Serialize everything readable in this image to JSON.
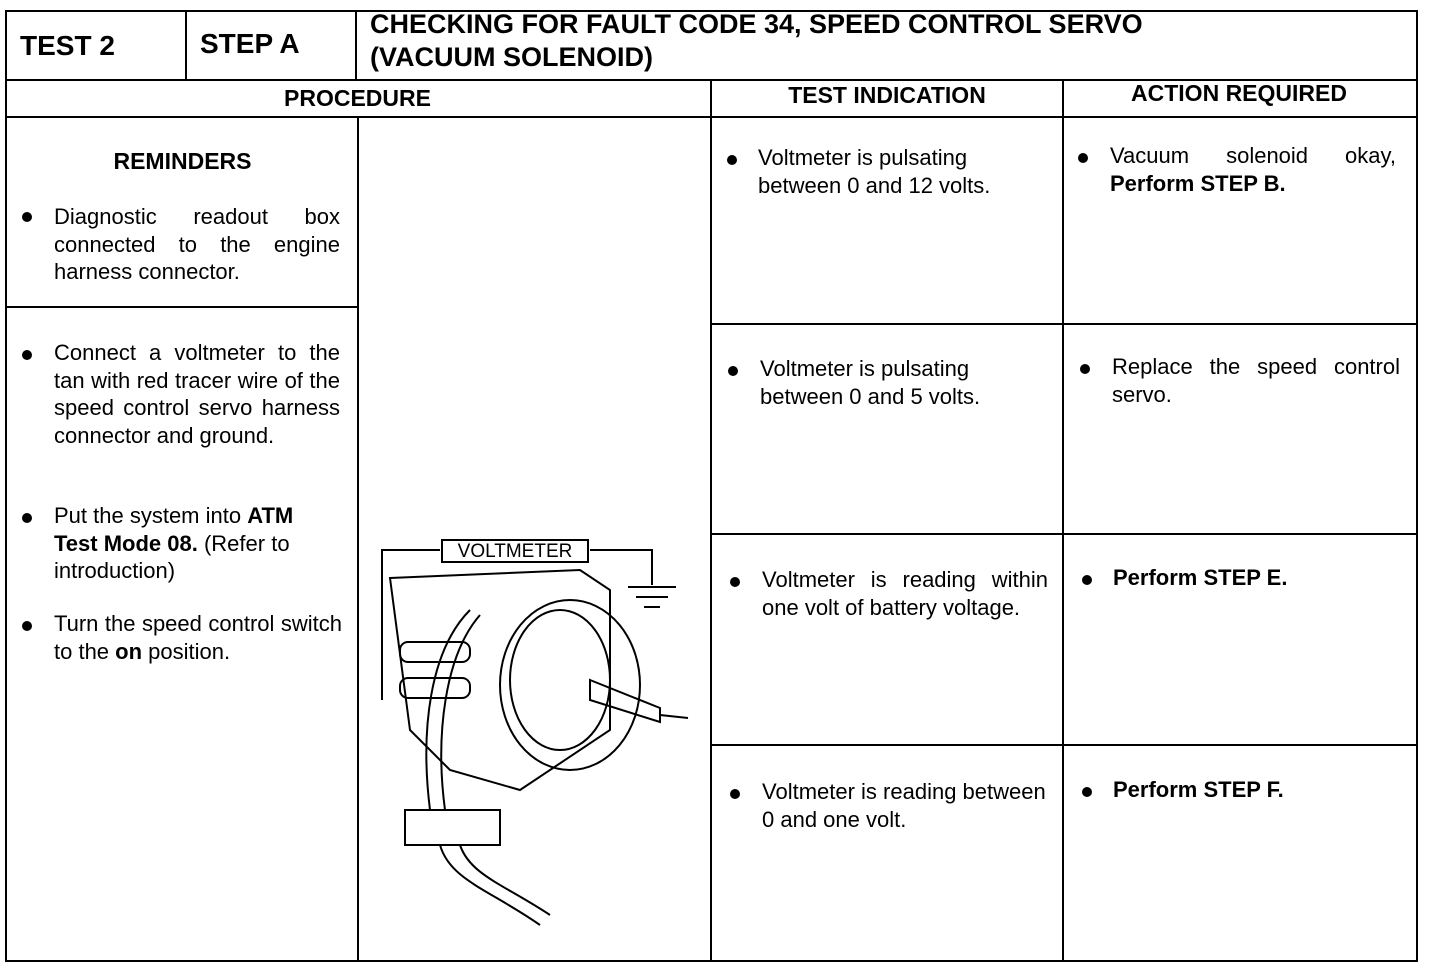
{
  "header": {
    "test": "TEST 2",
    "step": "STEP A",
    "title_line1": "CHECKING FOR FAULT CODE 34, SPEED CONTROL SERVO",
    "title_line2": "(VACUUM SOLENOID)"
  },
  "columns": {
    "procedure": "PROCEDURE",
    "test_indication": "TEST INDICATION",
    "action_required": "ACTION REQUIRED"
  },
  "reminders": {
    "title": "REMINDERS",
    "item": "Diagnostic readout box connected to the engine harness connector."
  },
  "procedure": {
    "step1": "Connect a voltmeter to the tan with red tracer wire of the speed control servo harness connector and ground.",
    "step2_pre": "Put the system into ",
    "step2_bold": "ATM Test Mode 08.",
    "step2_post": " (Refer to introduction)",
    "step3_pre": "Turn the speed control switch to the ",
    "step3_bold": "on",
    "step3_post": " position."
  },
  "illustration": {
    "label": "VOLTMETER"
  },
  "rows": [
    {
      "indication": "Voltmeter is pulsating between 0 and 12 volts.",
      "action_pre": "Vacuum solenoid okay, ",
      "action_bold": "Perform STEP B."
    },
    {
      "indication": "Voltmeter is pulsating between 0 and 5 volts.",
      "action_pre": "Replace the speed control servo.",
      "action_bold": ""
    },
    {
      "indication": "Voltmeter is reading within one volt of battery voltage.",
      "action_pre": "",
      "action_bold": "Perform STEP E."
    },
    {
      "indication": "Voltmeter is reading between 0 and one volt.",
      "action_pre": "",
      "action_bold": "Perform STEP F."
    }
  ]
}
